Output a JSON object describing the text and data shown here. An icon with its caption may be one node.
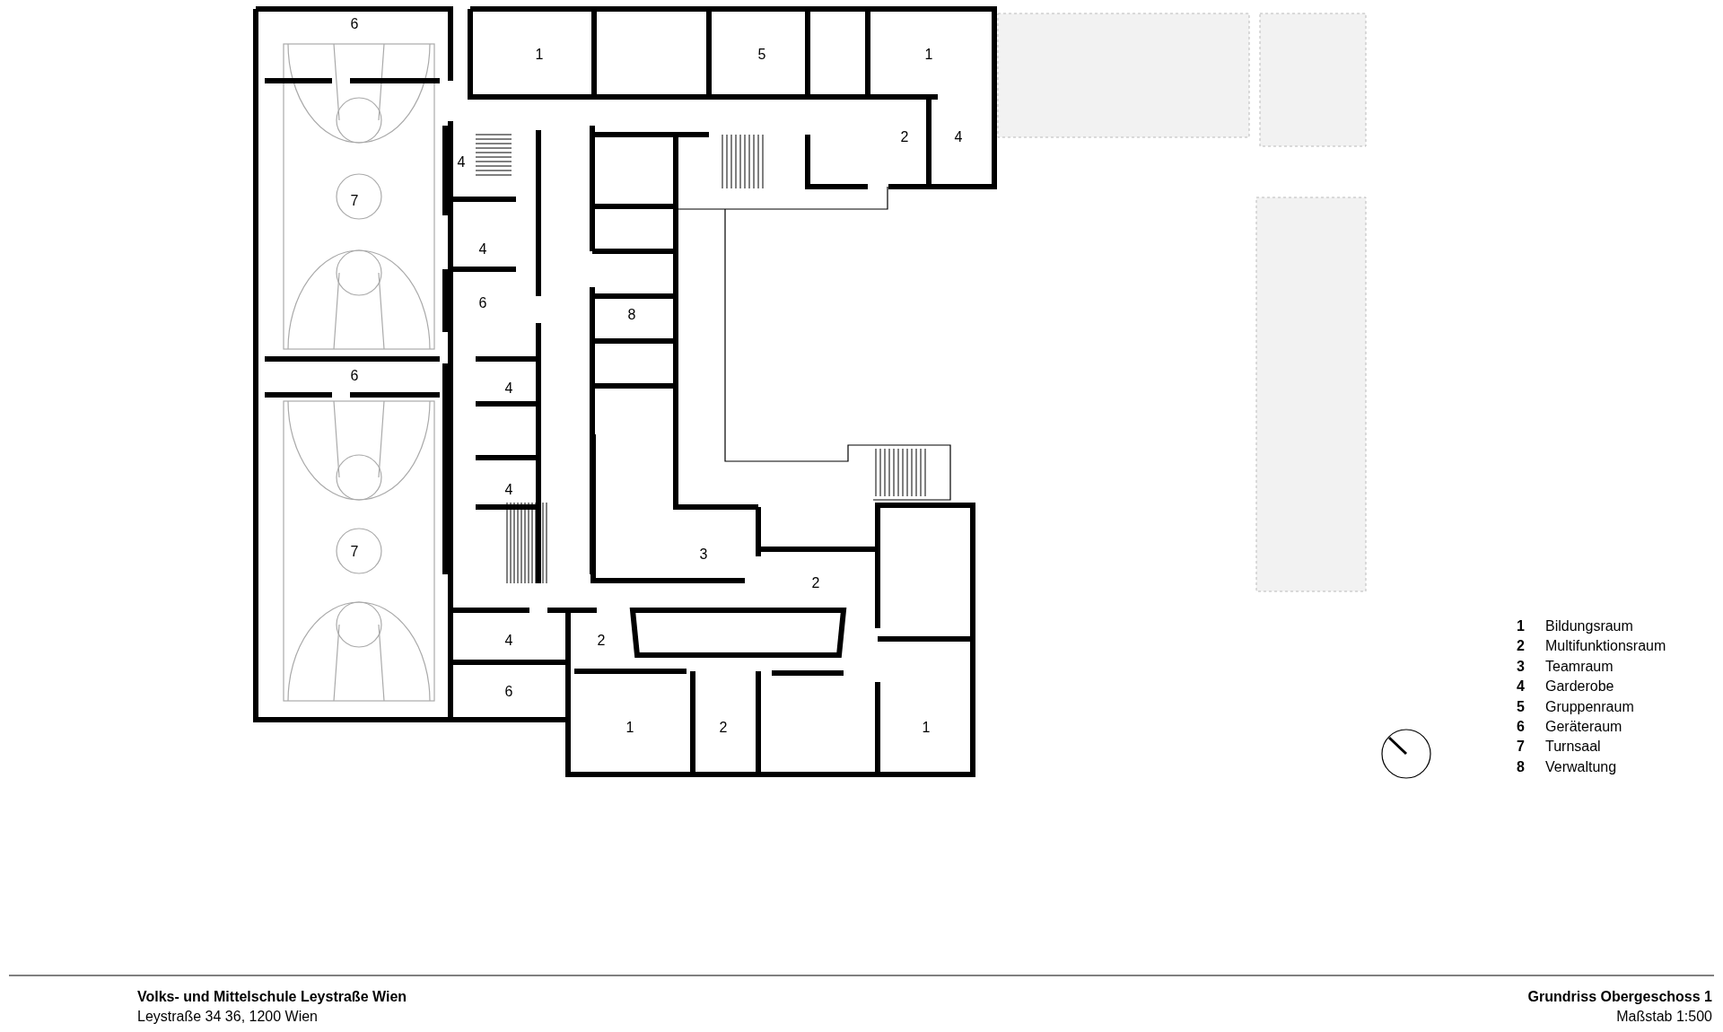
{
  "diagram": {
    "title": "Volks- und Mittelschule Leystraße Wien",
    "labels": [
      "6",
      "1",
      "5",
      "1",
      "2",
      "4",
      "4",
      "7",
      "4",
      "6",
      "8",
      "6",
      "4",
      "4",
      "7",
      "3",
      "2",
      "4",
      "2",
      "6",
      "1",
      "2",
      "1",
      "1",
      "Bildungsraum",
      "2",
      "Multifunktionsraum",
      "3",
      "Teamraum",
      "4",
      "Garderobe",
      "5",
      "Gruppenraum",
      "6",
      "Geräteraum",
      "7",
      "Turnsaal",
      "8",
      "Verwaltung",
      "Leystraße 34 36, 1200 Wien",
      "Grundriss Obergeschoss 1",
      "Maßstab 1:500"
    ]
  }
}
